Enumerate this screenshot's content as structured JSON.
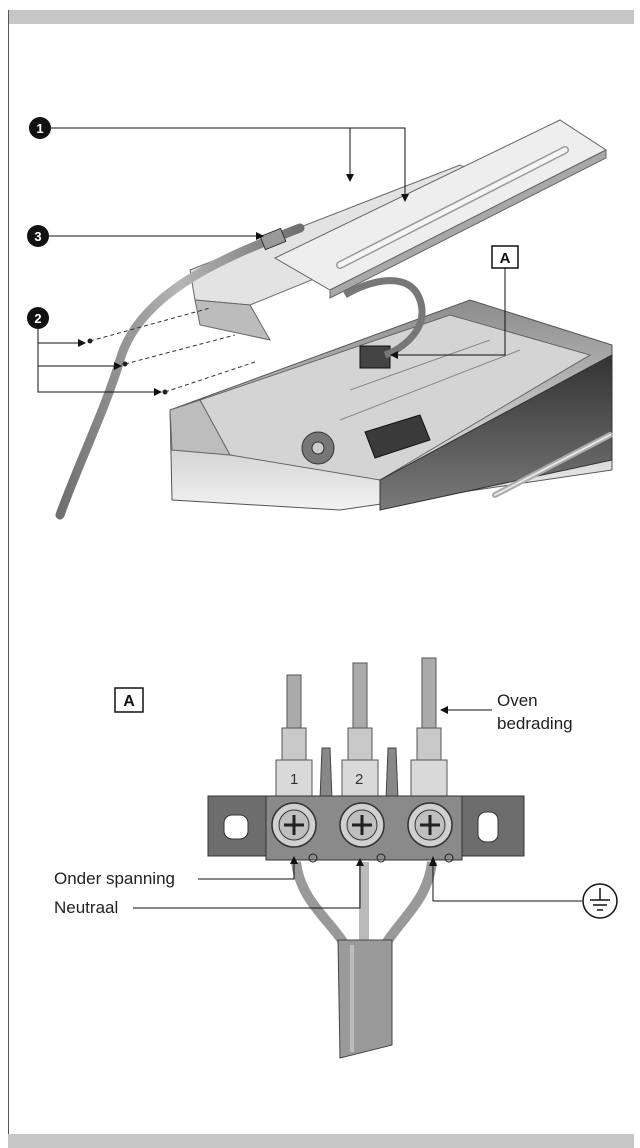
{
  "figure_top": {
    "callouts": [
      {
        "id": "callout-1",
        "number": "1"
      },
      {
        "id": "callout-2",
        "number": "2"
      },
      {
        "id": "callout-3",
        "number": "3"
      }
    ],
    "detail_label": "A"
  },
  "figure_bottom": {
    "detail_label": "A",
    "terminal_numbers": [
      "1",
      "2"
    ],
    "labels": {
      "oven_wiring_line1": "Oven",
      "oven_wiring_line2": "bedrading",
      "live": "Onder spanning",
      "neutral": "Neutraal"
    },
    "earth_symbol": "earth-ground-icon"
  },
  "colors": {
    "bar_gray": "#c6c6c6",
    "metal_dark": "#6a6a6a",
    "metal_light": "#d9d9d9",
    "cable_gray": "#8a8a8a"
  }
}
